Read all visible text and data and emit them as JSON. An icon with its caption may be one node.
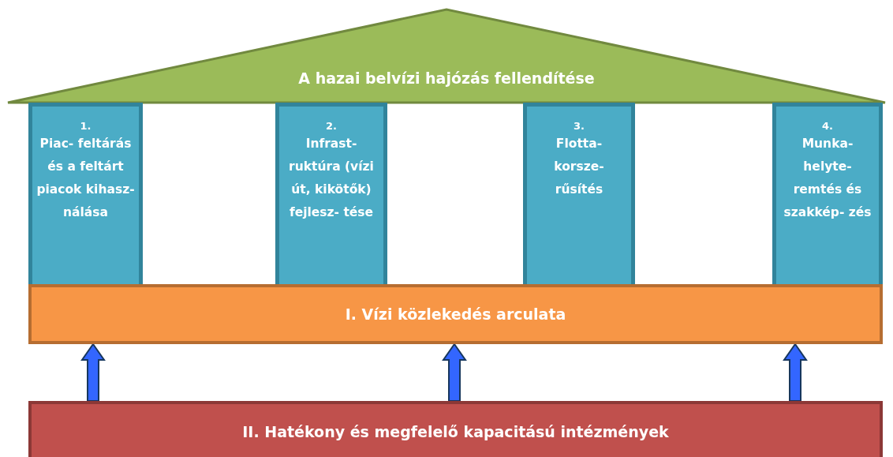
{
  "diagram": {
    "nodes": [
      {
        "text": [
          "A hazai belvízi hajózás fellendítése"
        ]
      },
      {
        "text": [
          "1.",
          "Piac- feltárás és a feltárt piacok kihasz- nálása"
        ]
      },
      {
        "text": [
          "2.",
          "Infrast- ruktúra (vízi út, kikötők) fejlesz- tése"
        ]
      },
      {
        "text": [
          "3.",
          "Flotta- korsze- rűsítés"
        ]
      },
      {
        "text": [
          "4.",
          "Munka- helyte- remtés és szakkép- zés"
        ]
      },
      {
        "text": [
          "I. Vízi közlekedés arculata"
        ]
      },
      {
        "text": [
          "II. Hatékony és megfelelő kapacitású intézmények"
        ]
      }
    ],
    "edges": [
      {
        "from": 6,
        "to": 5,
        "arrow": "to"
      },
      {
        "from": 6,
        "to": 5,
        "arrow": "to"
      },
      {
        "from": 6,
        "to": 5,
        "arrow": "to"
      }
    ]
  }
}
